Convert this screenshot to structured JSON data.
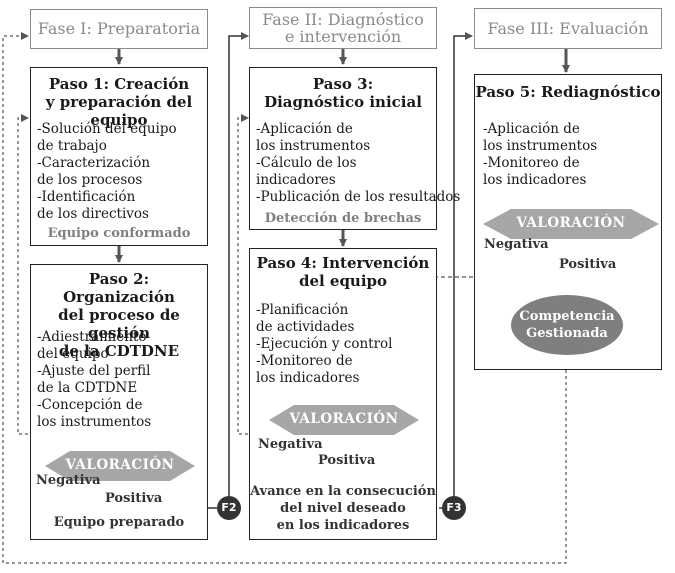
{
  "phases": {
    "f1": {
      "label": "Fase I: Preparatoria"
    },
    "f2": {
      "line1": "Fase II: Diagnóstico",
      "line2": "e intervención"
    },
    "f3": {
      "label": "Fase III: Evaluación"
    }
  },
  "steps": {
    "s1": {
      "title_line1": "Paso 1: Creación",
      "title_line2": "y preparación del equipo",
      "items": [
        "-Solución del equipo",
        " de trabajo",
        "-Caracterización",
        " de los procesos",
        "-Identificación",
        " de los directivos"
      ],
      "result": "Equipo conformado"
    },
    "s2": {
      "title_line1": "Paso 2: Organización",
      "title_line2": "del proceso de gestión",
      "title_line3": "de la CDTDNE",
      "items": [
        "-Adiestramiento",
        " del equipo",
        "-Ajuste del perfil",
        " de la CDTDNE",
        "-Concepción de",
        " los instrumentos"
      ],
      "valoracion": "VALORACIÓN",
      "negativa": "Negativa",
      "positiva": "Positiva",
      "result": "Equipo preparado"
    },
    "s3": {
      "title_line1": "Paso 3:",
      "title_line2": "Diagnóstico inicial",
      "items": [
        "-Aplicación de",
        " los instrumentos",
        "-Cálculo de los",
        " indicadores",
        "-Publicación de los resultados"
      ],
      "result": "Detección de brechas"
    },
    "s4": {
      "title_line1": "Paso 4: Intervención",
      "title_line2": "del equipo",
      "items": [
        "-Planificación",
        " de actividades",
        "-Ejecución y control",
        "-Monitoreo de",
        " los indicadores"
      ],
      "valoracion": "VALORACIÓN",
      "negativa": "Negativa",
      "positiva": "Positiva",
      "result_line1": "Avance en la consecución",
      "result_line2": "del nivel deseado",
      "result_line3": "en los indicadores"
    },
    "s5": {
      "title": "Paso 5: Rediagnóstico",
      "items": [
        "-Aplicación de",
        " los instrumentos",
        "-Monitoreo de",
        " los indicadores"
      ],
      "valoracion": "VALORACIÓN",
      "negativa": "Negativa",
      "positiva": "Positiva",
      "outcome_line1": "Competencia",
      "outcome_line2": "Gestionada"
    }
  },
  "badges": {
    "b2": "F2",
    "b3": "F3"
  },
  "colors": {
    "dark": "#333333",
    "gray": "#7f7f7f",
    "diamond": "#a6a6a6"
  }
}
